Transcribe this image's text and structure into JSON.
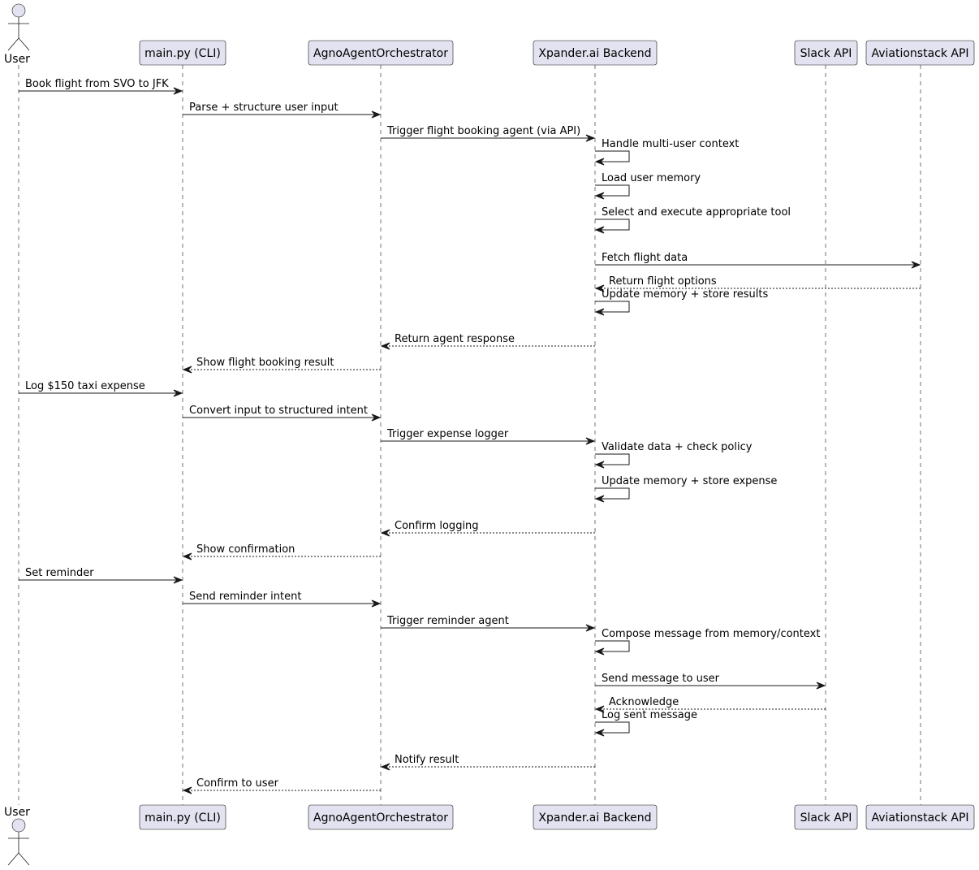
{
  "participants": [
    {
      "id": "user",
      "label": "User",
      "kind": "actor"
    },
    {
      "id": "cli",
      "label": "main.py (CLI)",
      "kind": "participant"
    },
    {
      "id": "orch",
      "label": "AgnoAgentOrchestrator",
      "kind": "participant"
    },
    {
      "id": "xpander",
      "label": "Xpander.ai Backend",
      "kind": "participant"
    },
    {
      "id": "slack",
      "label": "Slack API",
      "kind": "participant"
    },
    {
      "id": "aviation",
      "label": "Aviationstack API",
      "kind": "participant"
    }
  ],
  "messages": [
    {
      "from": "user",
      "to": "cli",
      "label": "Book flight from SVO to JFK",
      "type": "sync"
    },
    {
      "from": "cli",
      "to": "orch",
      "label": "Parse + structure user input",
      "type": "sync"
    },
    {
      "from": "orch",
      "to": "xpander",
      "label": "Trigger flight booking agent (via API)",
      "type": "sync"
    },
    {
      "from": "xpander",
      "to": "xpander",
      "label": "Handle multi-user context",
      "type": "self"
    },
    {
      "from": "xpander",
      "to": "xpander",
      "label": "Load user memory",
      "type": "self"
    },
    {
      "from": "xpander",
      "to": "xpander",
      "label": "Select and execute appropriate tool",
      "type": "self"
    },
    {
      "from": "xpander",
      "to": "aviation",
      "label": "Fetch flight data",
      "type": "sync"
    },
    {
      "from": "aviation",
      "to": "xpander",
      "label": "Return flight options",
      "type": "return"
    },
    {
      "from": "xpander",
      "to": "xpander",
      "label": "Update memory + store results",
      "type": "self"
    },
    {
      "from": "xpander",
      "to": "orch",
      "label": "Return agent response",
      "type": "return"
    },
    {
      "from": "orch",
      "to": "cli",
      "label": "Show flight booking result",
      "type": "return"
    },
    {
      "from": "user",
      "to": "cli",
      "label": "Log $150 taxi expense",
      "type": "sync"
    },
    {
      "from": "cli",
      "to": "orch",
      "label": "Convert input to structured intent",
      "type": "sync"
    },
    {
      "from": "orch",
      "to": "xpander",
      "label": "Trigger expense logger",
      "type": "sync"
    },
    {
      "from": "xpander",
      "to": "xpander",
      "label": "Validate data + check policy",
      "type": "self"
    },
    {
      "from": "xpander",
      "to": "xpander",
      "label": "Update memory + store expense",
      "type": "self"
    },
    {
      "from": "xpander",
      "to": "orch",
      "label": "Confirm logging",
      "type": "return"
    },
    {
      "from": "orch",
      "to": "cli",
      "label": "Show confirmation",
      "type": "return"
    },
    {
      "from": "user",
      "to": "cli",
      "label": "Set reminder",
      "type": "sync"
    },
    {
      "from": "cli",
      "to": "orch",
      "label": "Send reminder intent",
      "type": "sync"
    },
    {
      "from": "orch",
      "to": "xpander",
      "label": "Trigger reminder agent",
      "type": "sync"
    },
    {
      "from": "xpander",
      "to": "xpander",
      "label": "Compose message from memory/context",
      "type": "self"
    },
    {
      "from": "xpander",
      "to": "slack",
      "label": "Send message to user",
      "type": "sync"
    },
    {
      "from": "slack",
      "to": "xpander",
      "label": "Acknowledge",
      "type": "return"
    },
    {
      "from": "xpander",
      "to": "xpander",
      "label": "Log sent message",
      "type": "self"
    },
    {
      "from": "xpander",
      "to": "orch",
      "label": "Notify result",
      "type": "return"
    },
    {
      "from": "orch",
      "to": "cli",
      "label": "Confirm to user",
      "type": "return"
    }
  ]
}
